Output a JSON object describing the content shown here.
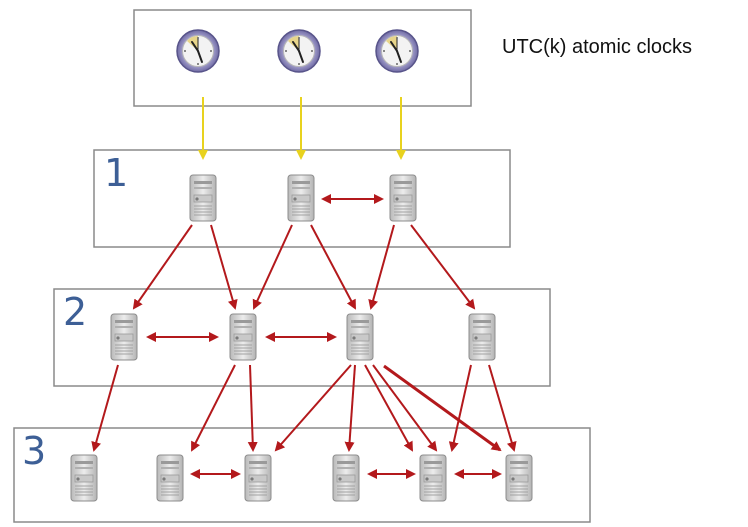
{
  "clock_label": "UTC(k) atomic clocks",
  "icons": {
    "clock": "clock-icon",
    "server": "server-icon"
  },
  "colors": {
    "box_border": "#8a8a8a",
    "clock_arrow": "#e8d21e",
    "sync_arrow": "#b3191c",
    "stratum_number": "#3d5f96",
    "clock_face": "#8a86b8",
    "clock_wedge": "#e8d58a",
    "server_body": "#d4d4d4"
  },
  "strata": [
    {
      "number": "1",
      "servers": 3
    },
    {
      "number": "2",
      "servers": 4
    },
    {
      "number": "3",
      "servers": 6
    }
  ],
  "clocks": 3
}
